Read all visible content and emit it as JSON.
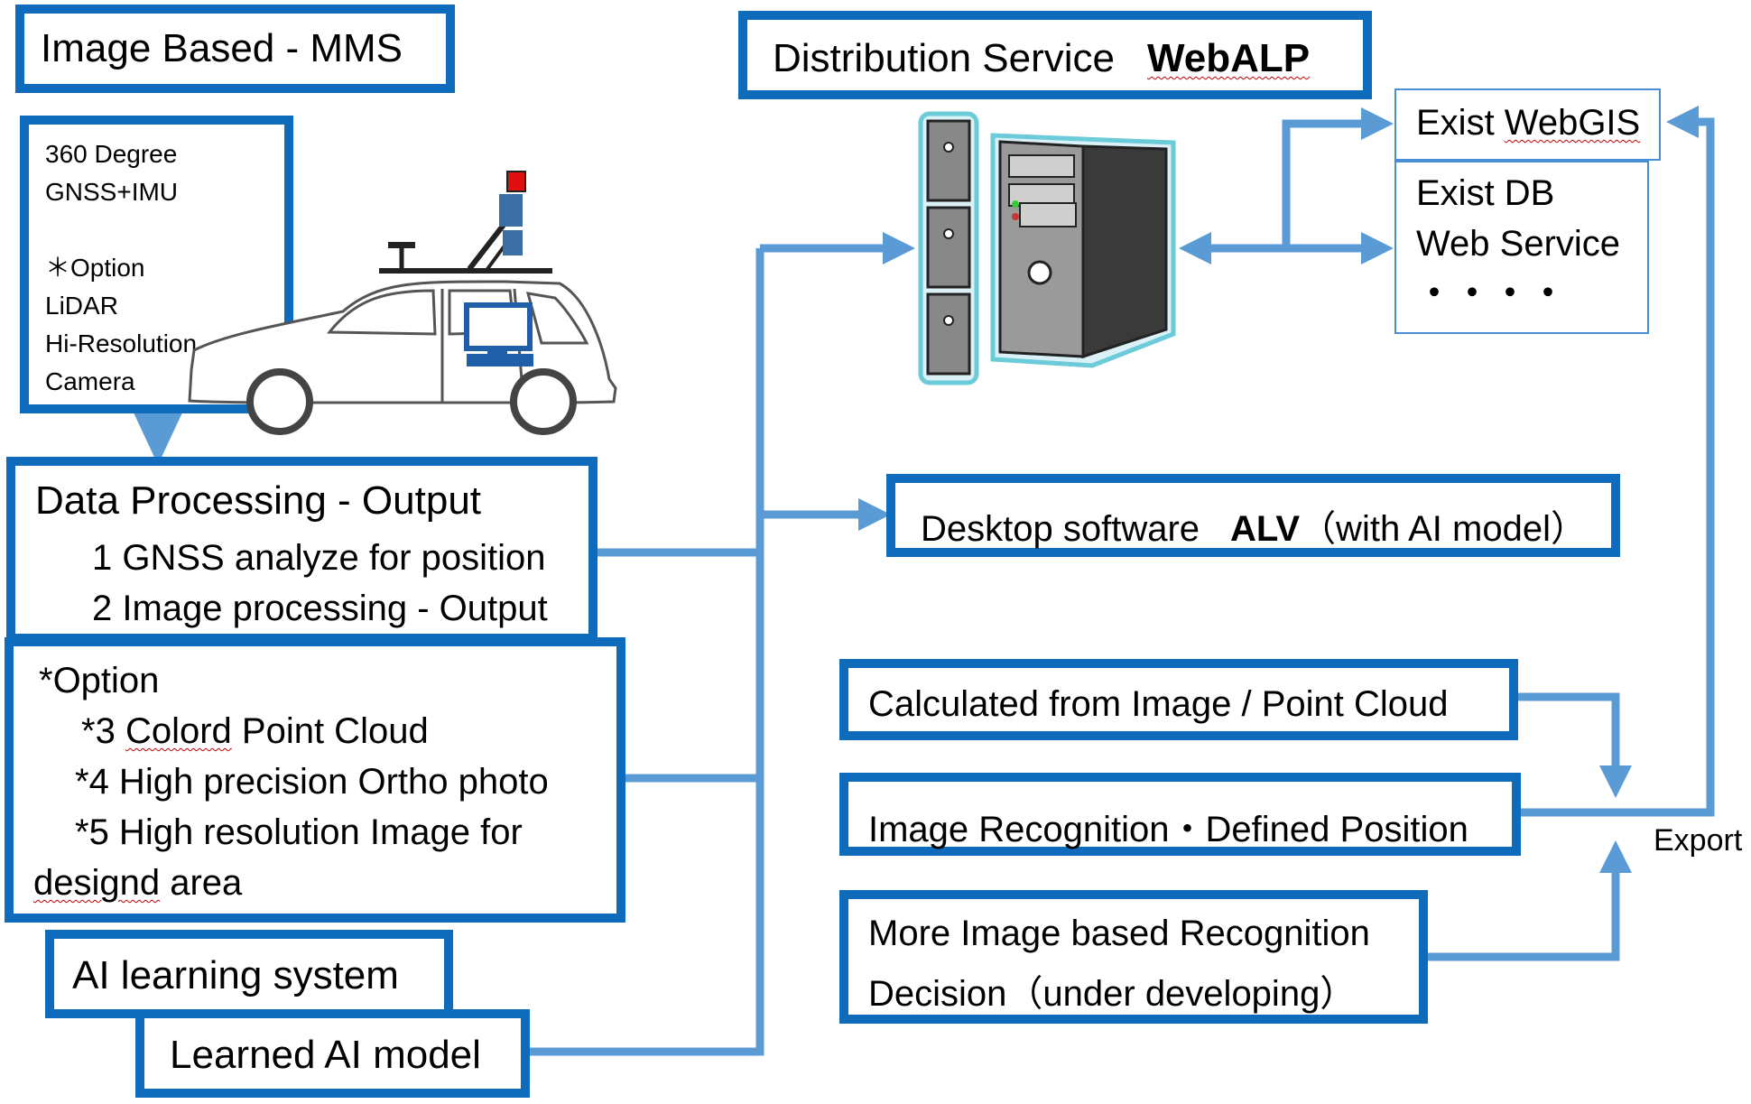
{
  "title_mms": "Image Based - MMS",
  "sensors": [
    "360 Degree",
    "GNSS+IMU",
    "",
    "＊Option",
    "LiDAR",
    "Hi-Resolution",
    "Camera"
  ],
  "distribution": {
    "label": "Distribution Service",
    "name": "WebALP"
  },
  "webgis": {
    "prefix": "Exist ",
    "name": "WebGIS"
  },
  "exist_db": [
    "Exist DB",
    "Web Service",
    "・・・・"
  ],
  "processing": {
    "title": "Data Processing - Output",
    "items": [
      "1 GNSS analyze for position",
      "2 Image processing - Output"
    ]
  },
  "option": {
    "title": "*Option",
    "item3_prefix": "*3 ",
    "item3_word": "Colord",
    "item3_rest": " Point Cloud",
    "item4": "*4  High precision Ortho photo",
    "item5": "*5  High resolution Image for",
    "item5_word": "designd",
    "item5_rest": " area"
  },
  "ai_learning": "AI learning system",
  "learned_model": "Learned AI model",
  "desktop": {
    "label": "Desktop software",
    "name": "ALV",
    "suffix": "（with AI model）"
  },
  "calculated": "Calculated from Image / Point Cloud",
  "recognition": "Image Recognition・Defined Position",
  "more_recognition": [
    "More Image based Recognition",
    "Decision（under developing）"
  ],
  "export_label": "Export",
  "colors": {
    "box_border": "#0f6cbd",
    "arrow": "#5b9bd5",
    "car_line": "#555555"
  }
}
